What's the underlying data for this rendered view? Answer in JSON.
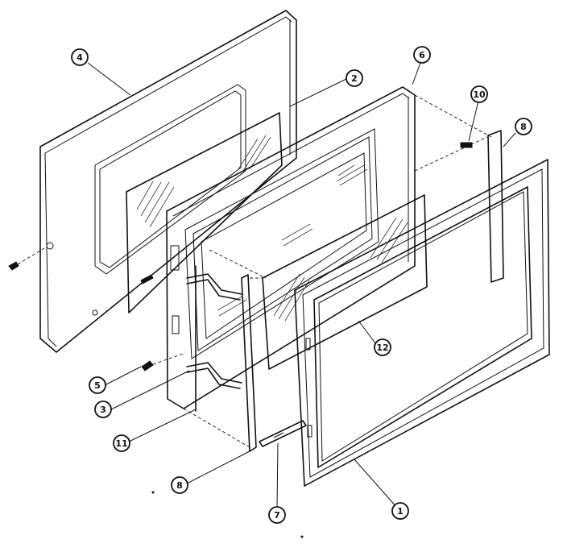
{
  "callouts": [
    {
      "id": "c1",
      "label": "1"
    },
    {
      "id": "c2",
      "label": "2"
    },
    {
      "id": "c3",
      "label": "3"
    },
    {
      "id": "c4",
      "label": "4"
    },
    {
      "id": "c5",
      "label": "5"
    },
    {
      "id": "c6",
      "label": "6"
    },
    {
      "id": "c7",
      "label": "7"
    },
    {
      "id": "c8a",
      "label": "8"
    },
    {
      "id": "c8b",
      "label": "8"
    },
    {
      "id": "c10",
      "label": "10"
    },
    {
      "id": "c11",
      "label": "11"
    },
    {
      "id": "c12",
      "label": "12"
    }
  ]
}
